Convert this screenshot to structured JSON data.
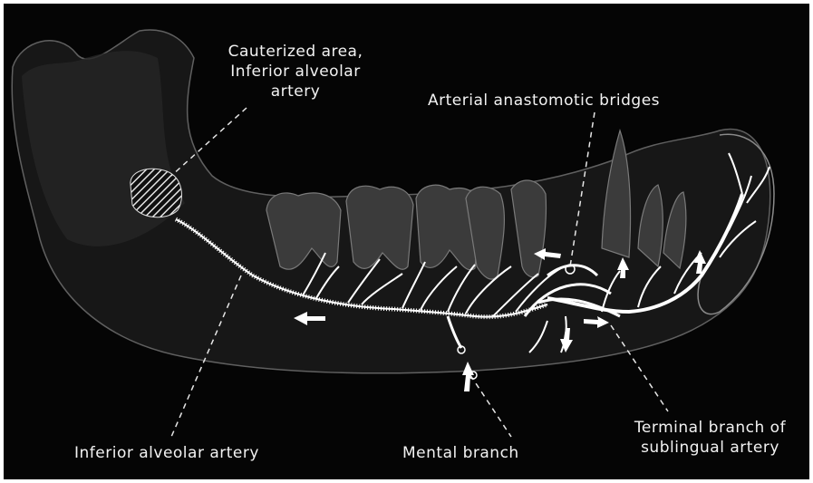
{
  "labels": {
    "cauterized_line1": "Cauterized area,",
    "cauterized_line2": "Inferior alveolar",
    "cauterized_line3": "artery",
    "anastomotic": "Arterial anastomotic bridges",
    "inferior_alveolar": "Inferior alveolar artery",
    "mental": "Mental branch",
    "terminal_line1": "Terminal branch of",
    "terminal_line2": "sublingual artery"
  },
  "colors": {
    "background": "#050505",
    "artery": "#ffffff",
    "bone": "#5a5a5a",
    "text": "#f2f2f2"
  }
}
